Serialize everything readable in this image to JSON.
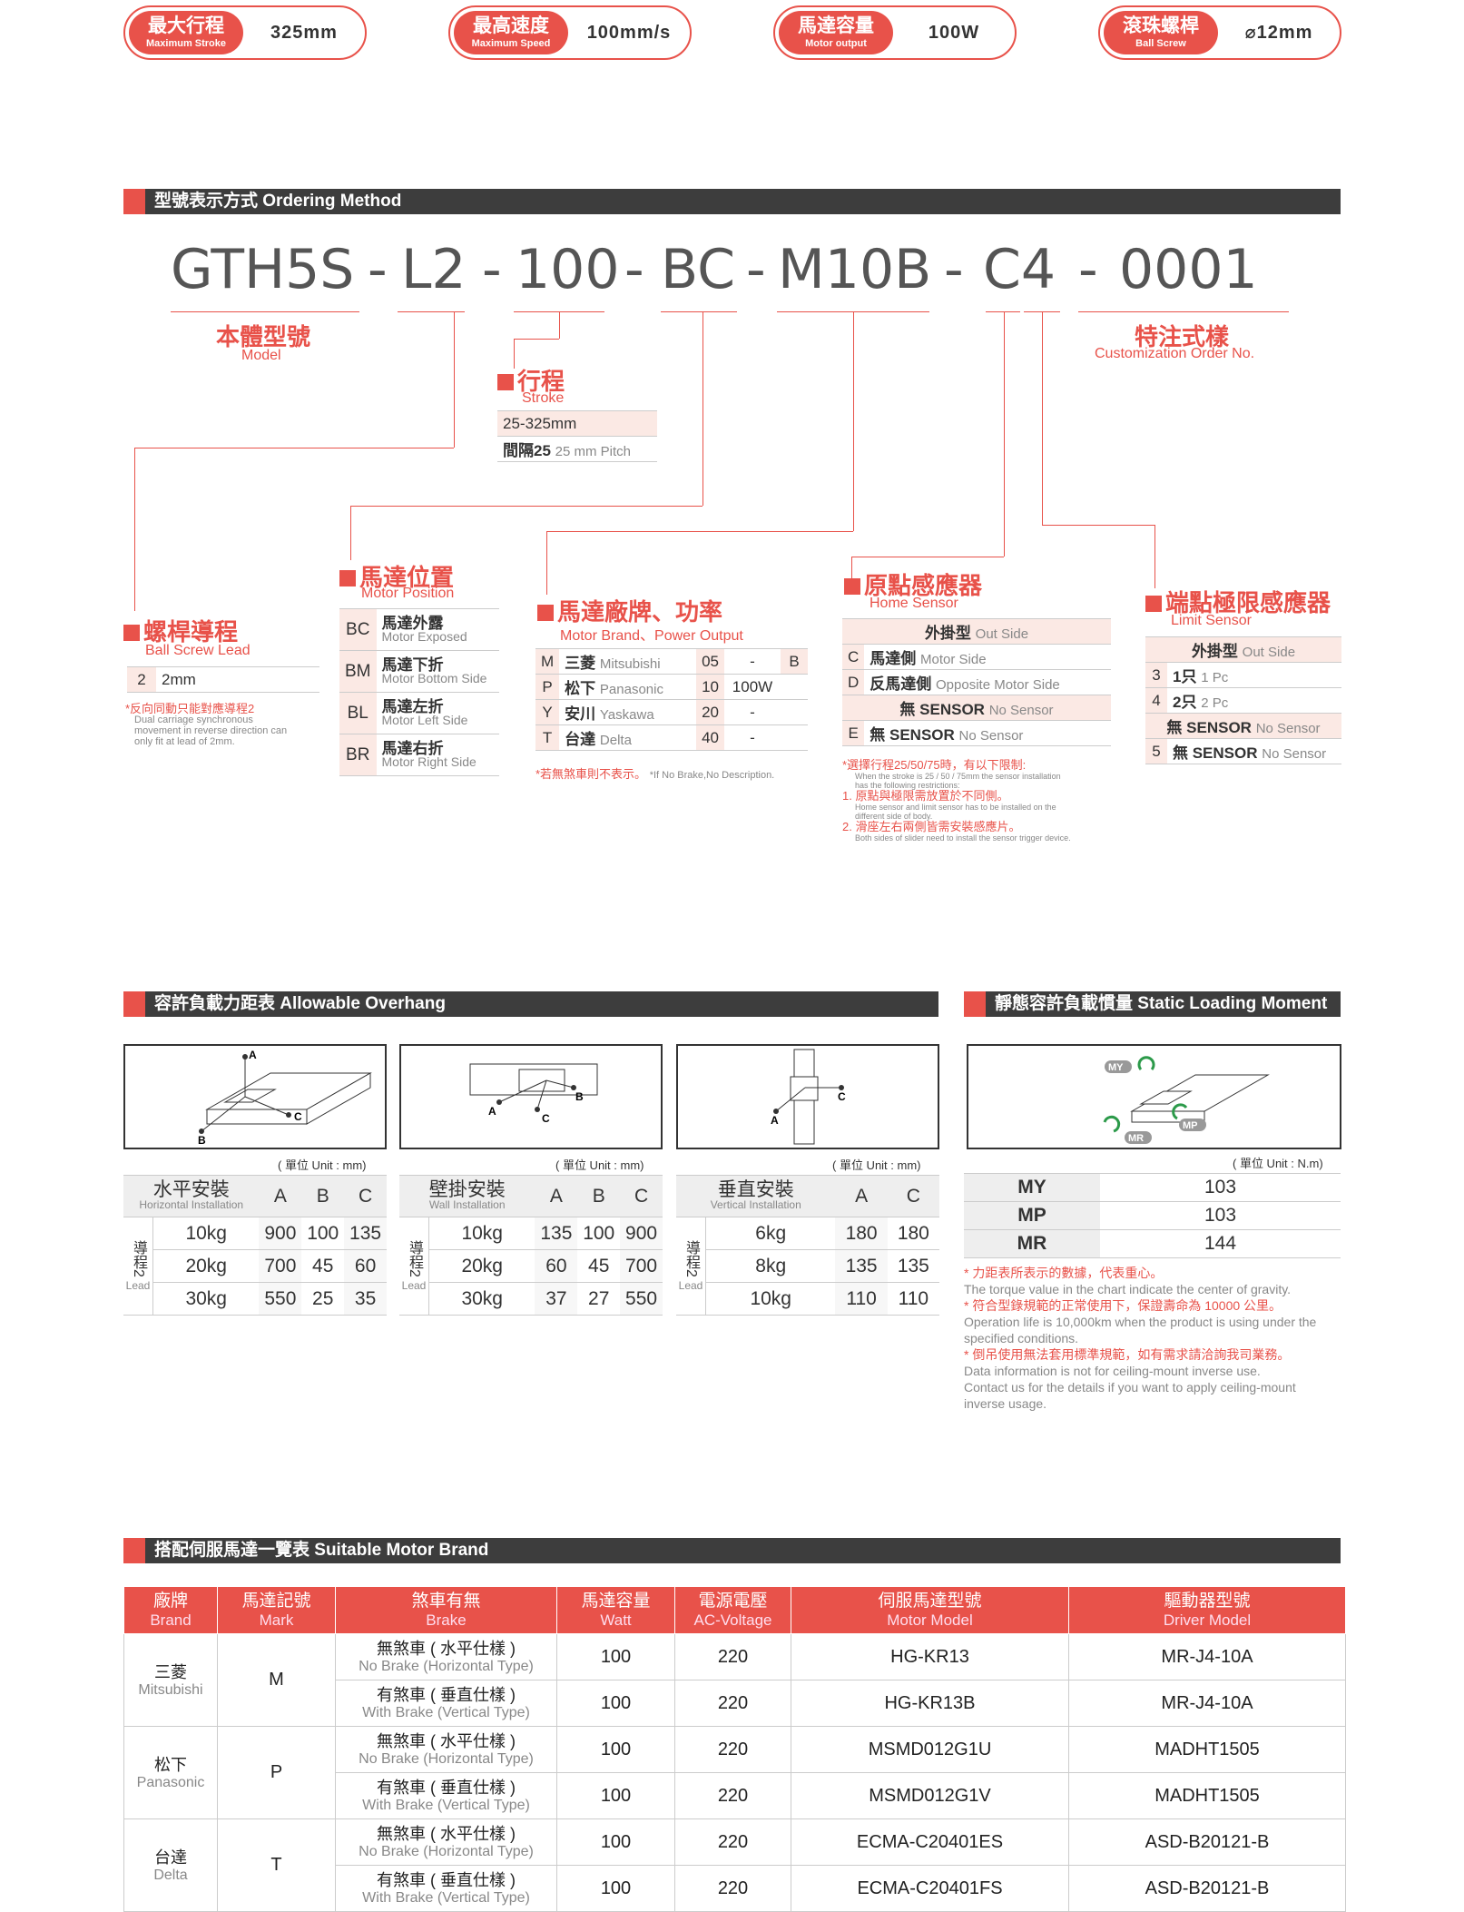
{
  "specs": [
    {
      "zh": "最大行程",
      "en": "Maximum Stroke",
      "value": "325mm"
    },
    {
      "zh": "最高速度",
      "en": "Maximum Speed",
      "value": "100mm/s"
    },
    {
      "zh": "馬達容量",
      "en": "Motor output",
      "value": "100W"
    },
    {
      "zh": "滾珠螺桿",
      "en": "Ball Screw",
      "value": "⌀12mm"
    }
  ],
  "ordering": {
    "bar": "型號表示方式 Ordering Method",
    "code": [
      "GTH5S",
      "-",
      "L2",
      "-",
      "100",
      "-",
      "BC",
      "-",
      "M10B",
      "-",
      "C4",
      "-",
      "0001"
    ],
    "model_zh": "本體型號",
    "model_en": "Model",
    "custom_zh": "特注式樣",
    "custom_en": "Customization Order No.",
    "stroke": {
      "zh": "行程",
      "en": "Stroke",
      "range": "25-325mm",
      "pitch_zh": "間隔25",
      "pitch_en": "25 mm Pitch"
    },
    "lead": {
      "zh": "螺桿導程",
      "en": "Ball Screw Lead",
      "code": "2",
      "val": "2mm",
      "note_zh": "*反向同動只能對應導程2",
      "note_en1": "Dual carriage synchronous",
      "note_en2": "movement in reverse direction can",
      "note_en3": "only fit at lead of 2mm."
    },
    "position": {
      "zh": "馬達位置",
      "en": "Motor Position",
      "rows": [
        {
          "c": "BC",
          "zh": "馬達外露",
          "en": "Motor Exposed"
        },
        {
          "c": "BM",
          "zh": "馬達下折",
          "en": "Motor Bottom Side"
        },
        {
          "c": "BL",
          "zh": "馬達左折",
          "en": "Motor Left Side"
        },
        {
          "c": "BR",
          "zh": "馬達右折",
          "en": "Motor Right Side"
        }
      ]
    },
    "brand": {
      "zh": "馬達廠牌、功率",
      "en": "Motor Brand、Power Output",
      "rows": [
        {
          "c": "M",
          "zh": "三菱",
          "en": "Mitsubishi",
          "n": "05",
          "w": "-",
          "b": "B"
        },
        {
          "c": "P",
          "zh": "松下",
          "en": "Panasonic",
          "n": "10",
          "w": "100W",
          "b": ""
        },
        {
          "c": "Y",
          "zh": "安川",
          "en": "Yaskawa",
          "n": "20",
          "w": "-",
          "b": ""
        },
        {
          "c": "T",
          "zh": "台達",
          "en": "Delta",
          "n": "40",
          "w": "-",
          "b": ""
        }
      ],
      "note_zh": "*若無煞車則不表示。",
      "note_en": "*If No Brake,No Description."
    },
    "home": {
      "zh": "原點感應器",
      "en": "Home Sensor",
      "head_zh": "外掛型",
      "head_en": "Out Side",
      "rows": [
        {
          "c": "C",
          "zh": "馬達側",
          "en": "Motor Side"
        },
        {
          "c": "D",
          "zh": "反馬達側",
          "en": "Opposite Motor Side"
        }
      ],
      "nosensor_zh": "無 SENSOR",
      "nosensor_en": "No Sensor",
      "e": "E",
      "e_zh": "無 SENSOR",
      "e_en": "No Sensor",
      "n1": "*選擇行程25/50/75時，有以下限制:",
      "n2": "When the stroke is 25 / 50 / 75mm the sensor installation",
      "n3": "has the following restrictions:",
      "n4": "1. 原點與極限需放置於不同側。",
      "n5": "Home sensor and limit sensor has to be installed on the",
      "n6": "different side of body.",
      "n7": "2. 滑座左右兩側皆需安裝感應片。",
      "n8": "Both sides of slider need to install the sensor trigger device."
    },
    "limit": {
      "zh": "端點極限感應器",
      "en": "Limit Sensor",
      "head_zh": "外掛型",
      "head_en": "Out Side",
      "rows": [
        {
          "c": "3",
          "zh": "1只",
          "en": "1 Pc"
        },
        {
          "c": "4",
          "zh": "2只",
          "en": "2 Pc"
        }
      ],
      "nosensor_zh": "無 SENSOR",
      "nosensor_en": "No Sensor",
      "r5": "5",
      "r5_zh": "無 SENSOR",
      "r5_en": "No Sensor"
    }
  },
  "overhang": {
    "bar": "容許負載力距表 Allowable Overhang",
    "unit": "( 單位 Unit : mm)",
    "lead_zh": "導程2",
    "lead_en": "Lead",
    "tables": [
      {
        "zh": "水平安裝",
        "en": "Horizontal Installation",
        "cols": [
          "A",
          "B",
          "C"
        ],
        "rows": [
          [
            "10kg",
            "900",
            "100",
            "135"
          ],
          [
            "20kg",
            "700",
            "45",
            "60"
          ],
          [
            "30kg",
            "550",
            "25",
            "35"
          ]
        ]
      },
      {
        "zh": "壁掛安裝",
        "en": "Wall Installation",
        "cols": [
          "A",
          "B",
          "C"
        ],
        "rows": [
          [
            "10kg",
            "135",
            "100",
            "900"
          ],
          [
            "20kg",
            "60",
            "45",
            "700"
          ],
          [
            "30kg",
            "37",
            "27",
            "550"
          ]
        ]
      },
      {
        "zh": "垂直安裝",
        "en": "Vertical Installation",
        "cols": [
          "A",
          "C"
        ],
        "rows": [
          [
            "6kg",
            "180",
            "180"
          ],
          [
            "8kg",
            "135",
            "135"
          ],
          [
            "10kg",
            "110",
            "110"
          ]
        ]
      }
    ]
  },
  "static": {
    "bar": "靜態容許負載慣量 Static Loading Moment",
    "unit": "( 單位 Unit : N.m)",
    "rows": [
      [
        "MY",
        "103"
      ],
      [
        "MP",
        "103"
      ],
      [
        "MR",
        "144"
      ]
    ],
    "n1": "* 力距表所表示的數據，代表重心。",
    "n2": "The torque value in the chart indicate the center of gravity.",
    "n3": "* 符合型錄規範的正常使用下，保證壽命為 10000 公里。",
    "n4": "Operation life is 10,000km when the product is using under the",
    "n5": "specified conditions.",
    "n6": "* 倒吊使用無法套用標準規範，如有需求請洽詢我司業務。",
    "n7": "Data information is not for ceiling-mount inverse use.",
    "n8": "Contact us for the details if you want to apply ceiling-mount",
    "n9": "inverse usage."
  },
  "motor": {
    "bar": "搭配伺服馬達一覽表 Suitable Motor Brand",
    "heads": [
      [
        "廠牌",
        "Brand"
      ],
      [
        "馬達記號",
        "Mark"
      ],
      [
        "煞車有無",
        "Brake"
      ],
      [
        "馬達容量",
        "Watt"
      ],
      [
        "電源電壓",
        "AC-Voltage"
      ],
      [
        "伺服馬達型號",
        "Motor Model"
      ],
      [
        "驅動器型號",
        "Driver Model"
      ]
    ],
    "brands": [
      {
        "zh": "三菱",
        "en": "Mitsubishi",
        "mark": "M",
        "rows": [
          {
            "bzh": "無煞車 ( 水平仕樣 )",
            "ben": "No Brake (Horizontal Type)",
            "w": "100",
            "v": "220",
            "m": "HG-KR13",
            "d": "MR-J4-10A"
          },
          {
            "bzh": "有煞車 ( 垂直仕樣 )",
            "ben": "With Brake (Vertical Type)",
            "w": "100",
            "v": "220",
            "m": "HG-KR13B",
            "d": "MR-J4-10A"
          }
        ]
      },
      {
        "zh": "松下",
        "en": "Panasonic",
        "mark": "P",
        "rows": [
          {
            "bzh": "無煞車 ( 水平仕樣 )",
            "ben": "No Brake (Horizontal Type)",
            "w": "100",
            "v": "220",
            "m": "MSMD012G1U",
            "d": "MADHT1505"
          },
          {
            "bzh": "有煞車 ( 垂直仕樣 )",
            "ben": "With Brake (Vertical Type)",
            "w": "100",
            "v": "220",
            "m": "MSMD012G1V",
            "d": "MADHT1505"
          }
        ]
      },
      {
        "zh": "台達",
        "en": "Delta",
        "mark": "T",
        "rows": [
          {
            "bzh": "無煞車 ( 水平仕樣 )",
            "ben": "No Brake (Horizontal Type)",
            "w": "100",
            "v": "220",
            "m": "ECMA-C20401ES",
            "d": "ASD-B20121-B"
          },
          {
            "bzh": "有煞車 ( 垂直仕樣 )",
            "ben": "With Brake (Vertical Type)",
            "w": "100",
            "v": "220",
            "m": "ECMA-C20401FS",
            "d": "ASD-B20121-B"
          }
        ]
      }
    ]
  },
  "diag_labels": {
    "A": "A",
    "B": "B",
    "C": "C",
    "MY": "MY",
    "MP": "MP",
    "MR": "MR"
  },
  "colors": {
    "accent": "#e8524a",
    "bar": "#3d3d3d",
    "cell": "#fbe9e4"
  }
}
